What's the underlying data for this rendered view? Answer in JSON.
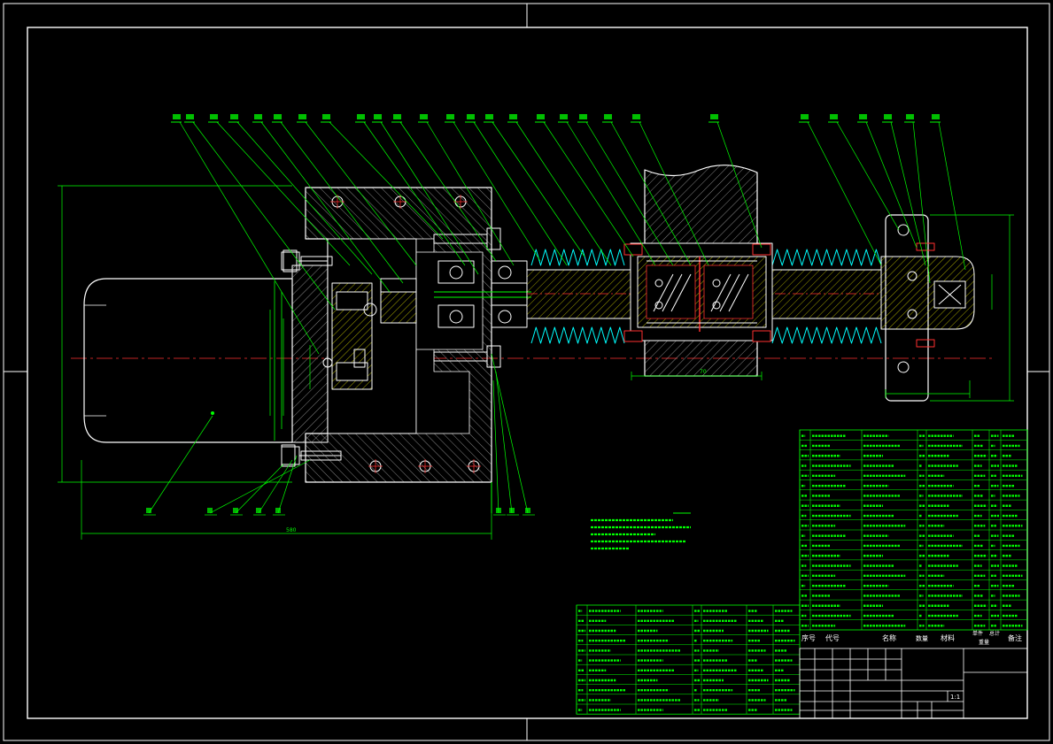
{
  "drawing": {
    "title_block": {
      "scale": "1:1",
      "header_labels": [
        "序号",
        "代号",
        "名称",
        "数量",
        "材料",
        "单件",
        "总计",
        "备注"
      ],
      "weight_header": "重量"
    },
    "dimensions": {
      "total_length": "580",
      "ball_screw_span": "70"
    },
    "colors": {
      "background": "#000000",
      "outline": "#ffffff",
      "linework": "#00ff00",
      "centerline": "#ff0000",
      "spring": "#00ffff",
      "hatch": "#ffff00",
      "leader": "#00ff00"
    },
    "spring_count": 4
  }
}
